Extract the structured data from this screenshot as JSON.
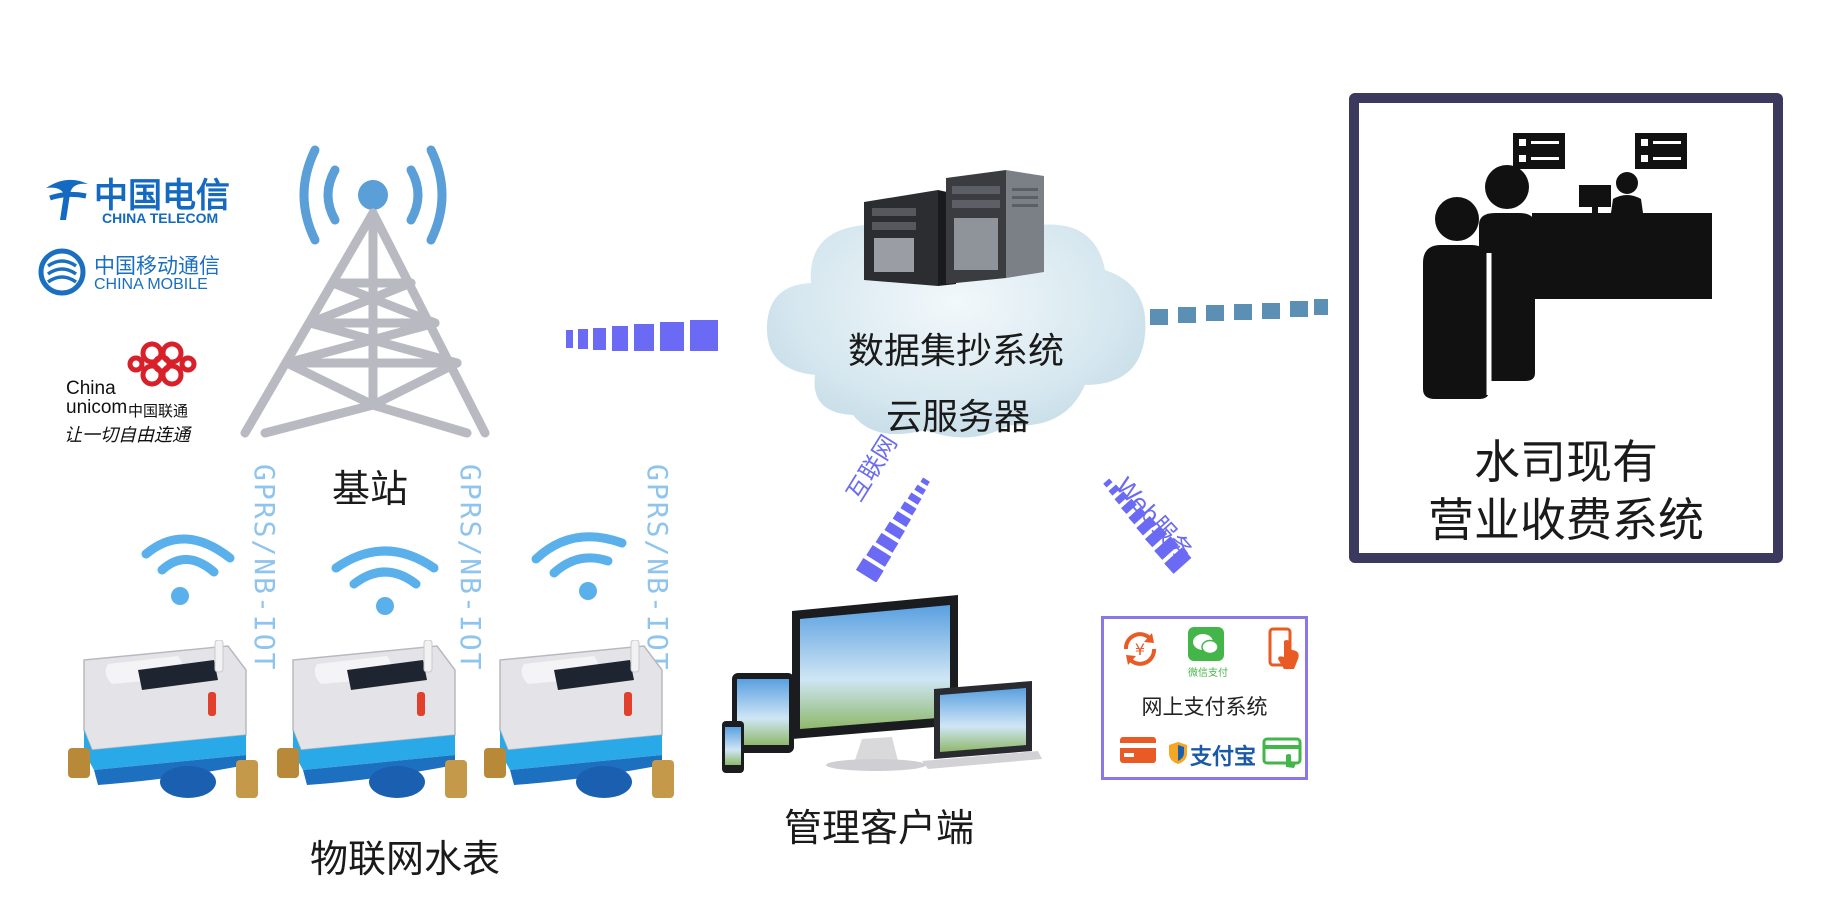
{
  "carriers": {
    "telecom": {
      "cn": "中国电信",
      "en": "CHINA TELECOM"
    },
    "mobile": {
      "cn": "中国移动通信",
      "en": "CHINA MOBILE"
    },
    "unicom": {
      "en1": "China",
      "en2": "unicom",
      "cn": "中国联通",
      "slogan": "让一切自由连通"
    }
  },
  "tower": {
    "label": "基站"
  },
  "links": {
    "gprs_label": "GPRS/NB-IOT",
    "internet": "互联网",
    "web": "Web服务"
  },
  "meters": {
    "label": "物联网水表"
  },
  "cloud": {
    "line1": "数据集抄系统",
    "line2": "云服务器"
  },
  "client": {
    "label": "管理客户端"
  },
  "payment": {
    "label": "网上支付系统",
    "wechat_pay": "微信支付",
    "alipay": "支付宝"
  },
  "office": {
    "line1": "水司现有",
    "line2": "营业收费系统"
  },
  "colors": {
    "accent_blue": "#6a6af5",
    "light_blue": "#8fc4ec",
    "tower_gray": "#b9b9c2",
    "signal_blue": "#5b9fd8",
    "frame_dark": "#3b3a5e",
    "dash_teal": "#5b8fb3",
    "meter_blue": "#2aa9e8"
  }
}
